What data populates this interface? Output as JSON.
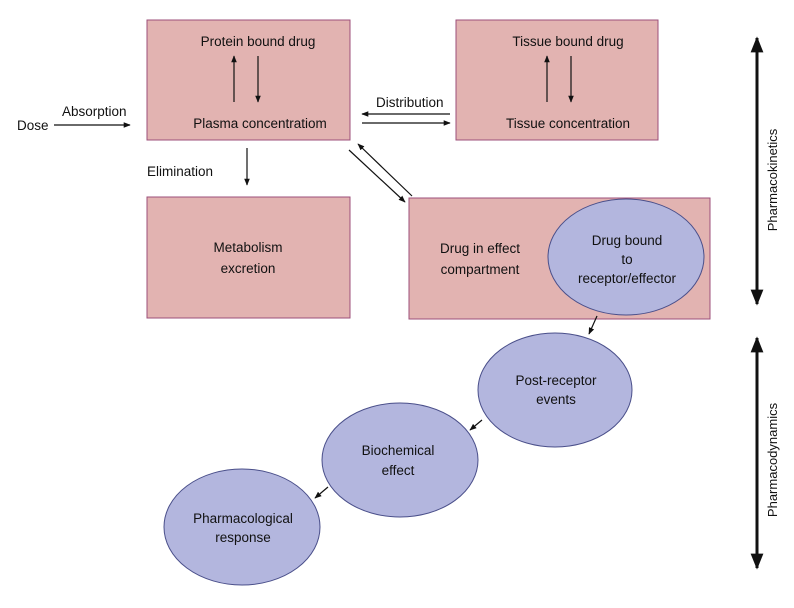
{
  "colors": {
    "box_fill": "#e2b3b1",
    "box_stroke": "#9c4f7a",
    "ellipse_fill": "#b3b6de",
    "ellipse_stroke": "#4a4f8a",
    "arrow": "#111111"
  },
  "inputs": {
    "dose": "Dose",
    "absorption": "Absorption",
    "distribution": "Distribution",
    "elimination": "Elimination"
  },
  "boxes": {
    "plasma": {
      "top": "Protein bound drug",
      "bottom": "Plasma concentratiom"
    },
    "tissue": {
      "top": "Tissue bound drug",
      "bottom": "Tissue concentration"
    },
    "metabolism": {
      "line1": "Metabolism",
      "line2": "excretion"
    },
    "effect": {
      "line1": "Drug in effect",
      "line2": "compartment"
    }
  },
  "ellipses": {
    "receptor": {
      "line1": "Drug bound",
      "line2": "to",
      "line3": "receptor/effector"
    },
    "post_receptor": {
      "line1": "Post-receptor",
      "line2": "events"
    },
    "biochemical": {
      "line1": "Biochemical",
      "line2": "effect"
    },
    "response": {
      "line1": "Pharmacological",
      "line2": "response"
    }
  },
  "side_labels": {
    "pharmacokinetics": "Pharmacokinetics",
    "pharmacodynamics": "Pharmacodynamics"
  }
}
